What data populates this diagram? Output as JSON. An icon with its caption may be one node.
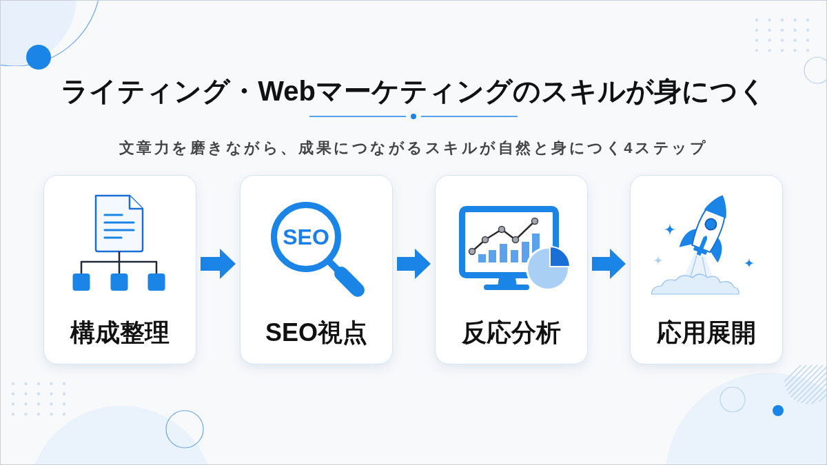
{
  "diagram": {
    "title": "ライティング・Webマーケティングのスキルが身につく",
    "nodes": [
      {
        "text": [
          "構成整理"
        ]
      },
      {
        "text": [
          "SEO",
          "SEO視点"
        ]
      },
      {
        "text": [
          "反応分析"
        ]
      },
      {
        "text": [
          "応用展開"
        ]
      }
    ],
    "edges": [
      {
        "from": 0,
        "to": 1,
        "arrow": "to"
      },
      {
        "from": 1,
        "to": 2,
        "arrow": "to"
      },
      {
        "from": 2,
        "to": 3,
        "arrow": "to"
      }
    ],
    "labels": [
      "文章力を磨きながら、成果につながるスキルが自然と身につく4ステップ"
    ]
  }
}
